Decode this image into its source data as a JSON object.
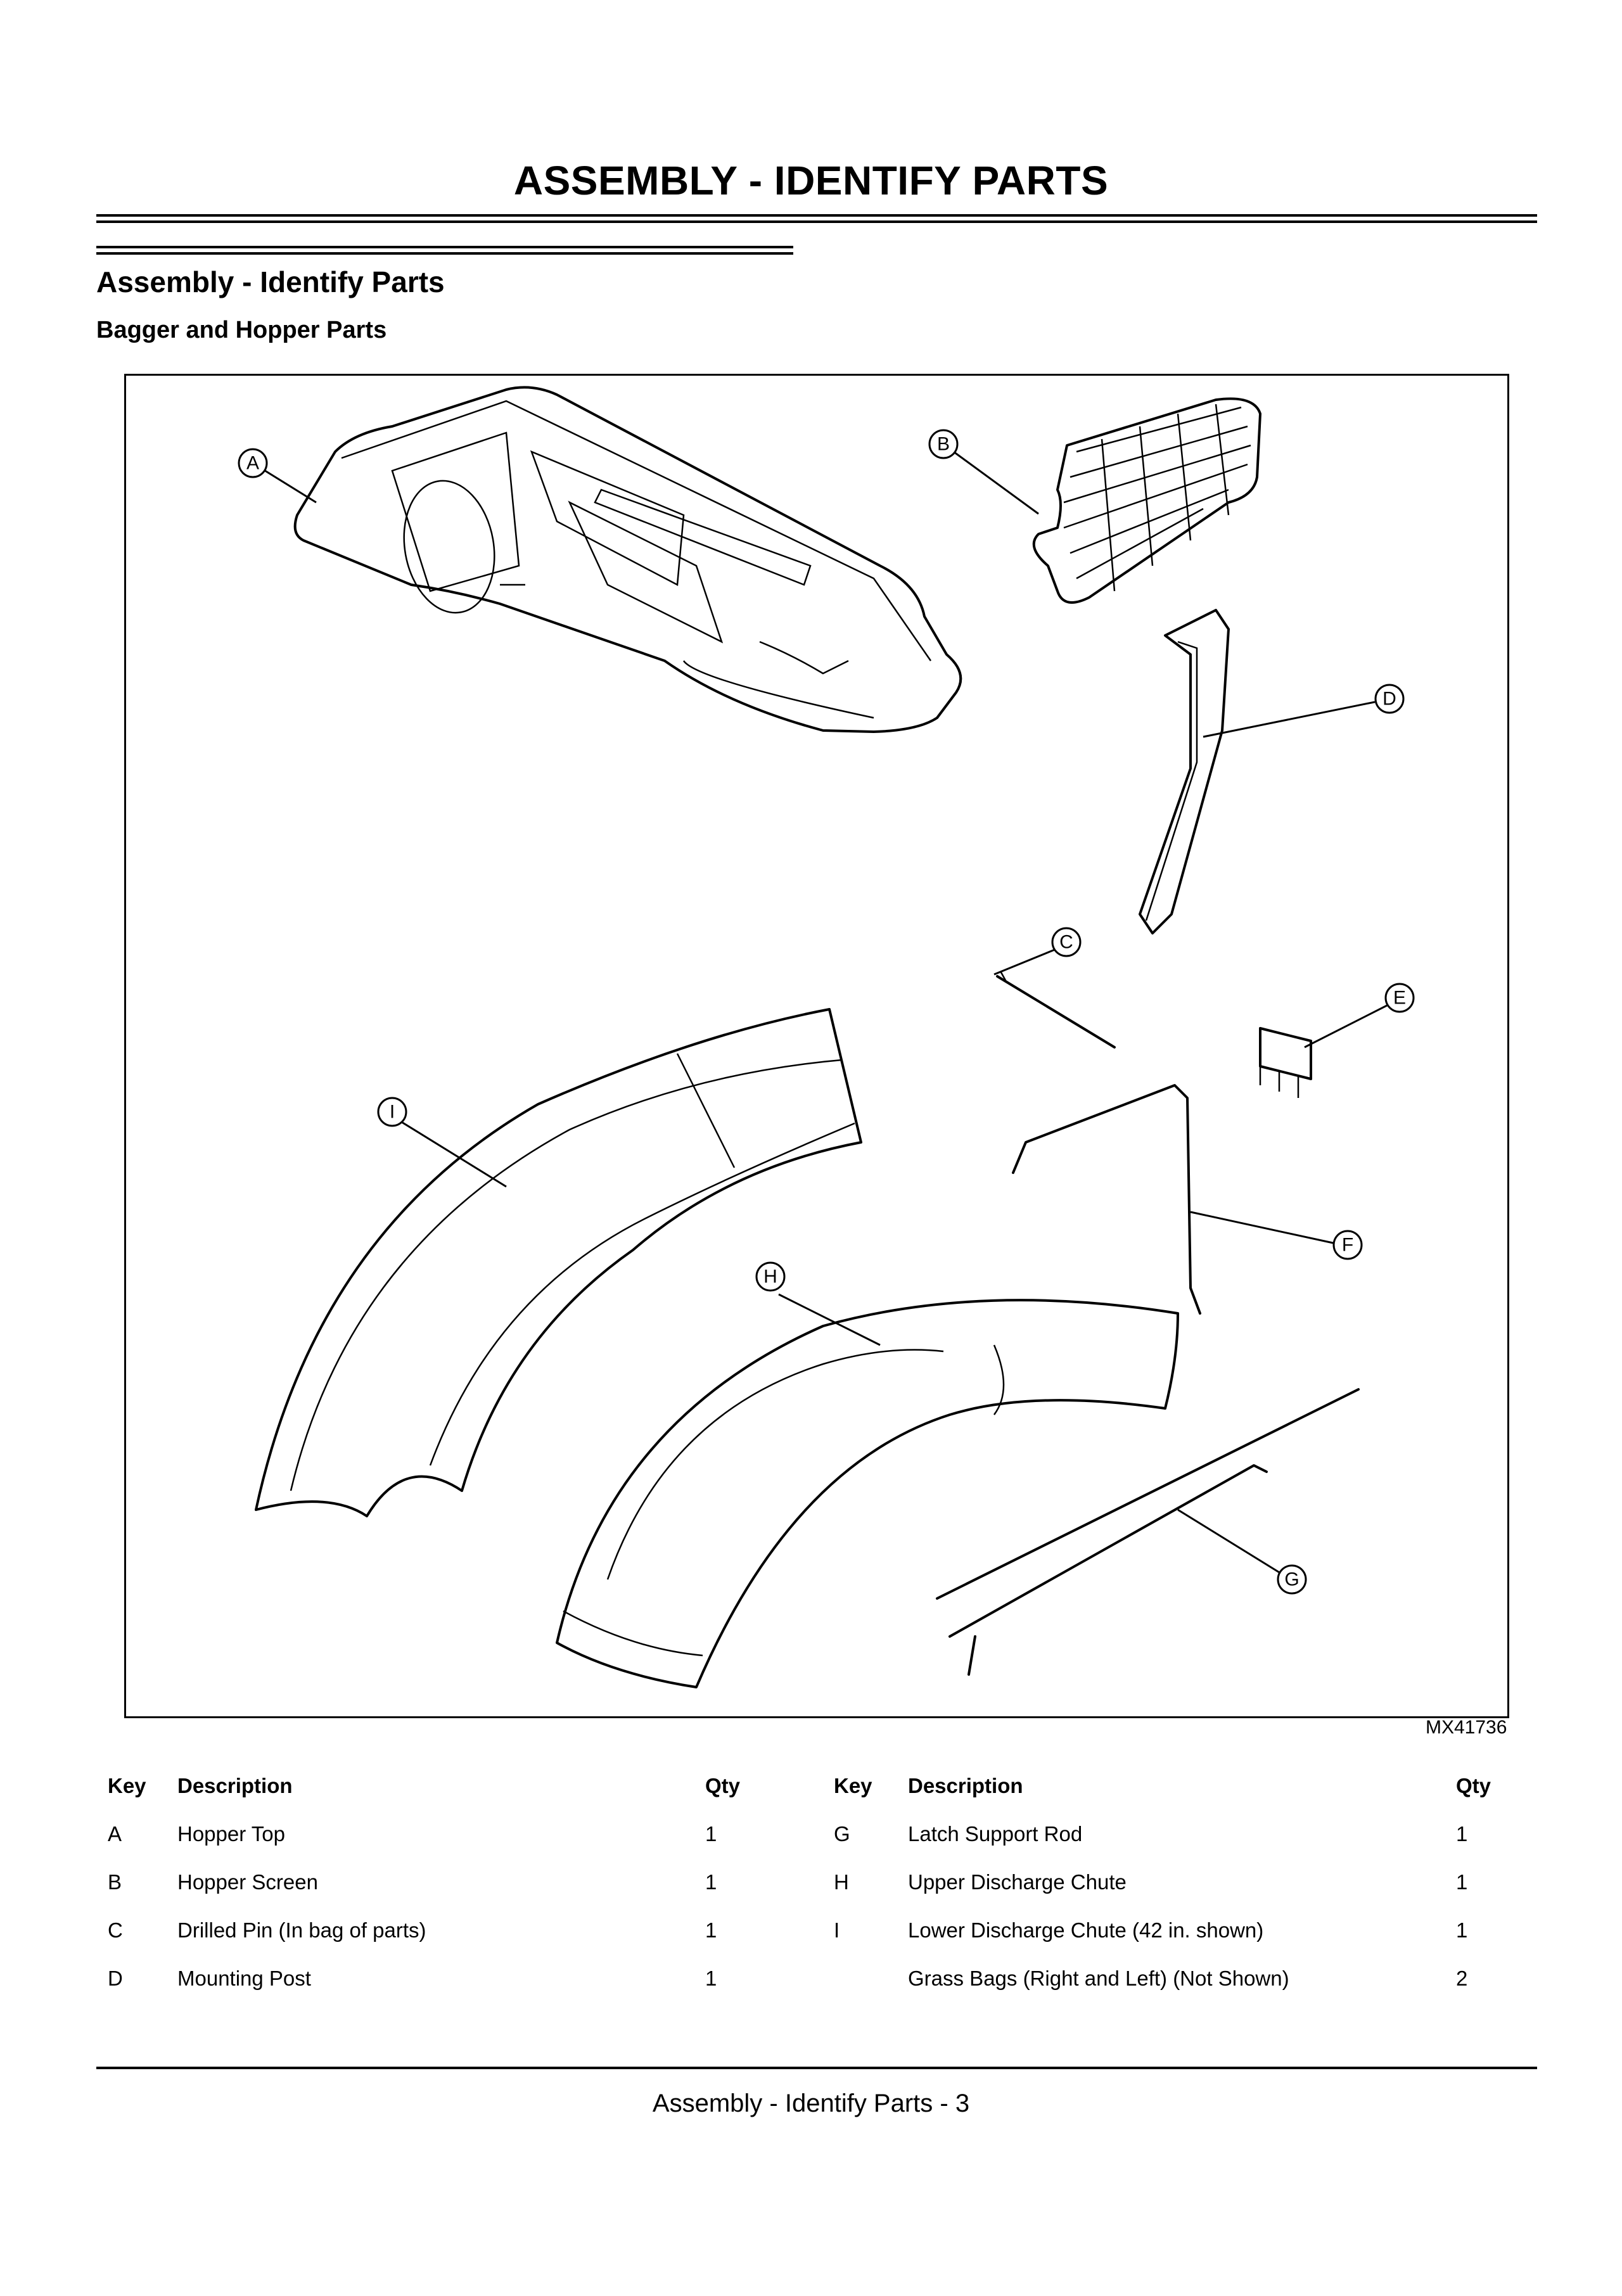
{
  "header": {
    "title": "ASSEMBLY - IDENTIFY PARTS"
  },
  "section": {
    "heading": "Assembly - Identify Parts",
    "subheading": "Bagger and Hopper Parts"
  },
  "figure": {
    "id": "MX41736",
    "callouts": [
      "A",
      "B",
      "C",
      "D",
      "E",
      "F",
      "G",
      "H",
      "I"
    ]
  },
  "table": {
    "headers": {
      "key": "Key",
      "description": "Description",
      "qty": "Qty"
    },
    "left": [
      {
        "key": "A",
        "description": "Hopper Top",
        "qty": "1"
      },
      {
        "key": "B",
        "description": "Hopper Screen",
        "qty": "1"
      },
      {
        "key": "C",
        "description": "Drilled Pin (In bag of parts)",
        "qty": "1"
      },
      {
        "key": "D",
        "description": "Mounting Post",
        "qty": "1"
      }
    ],
    "right": [
      {
        "key": "G",
        "description": "Latch Support Rod",
        "qty": "1"
      },
      {
        "key": "H",
        "description": "Upper Discharge Chute",
        "qty": "1"
      },
      {
        "key": "I",
        "description": "Lower Discharge Chute (42 in. shown)",
        "qty": "1"
      },
      {
        "key": "",
        "description": "Grass Bags (Right and Left) (Not Shown)",
        "qty": "2"
      }
    ]
  },
  "footer": {
    "text": "Assembly - Identify Parts - 3"
  }
}
